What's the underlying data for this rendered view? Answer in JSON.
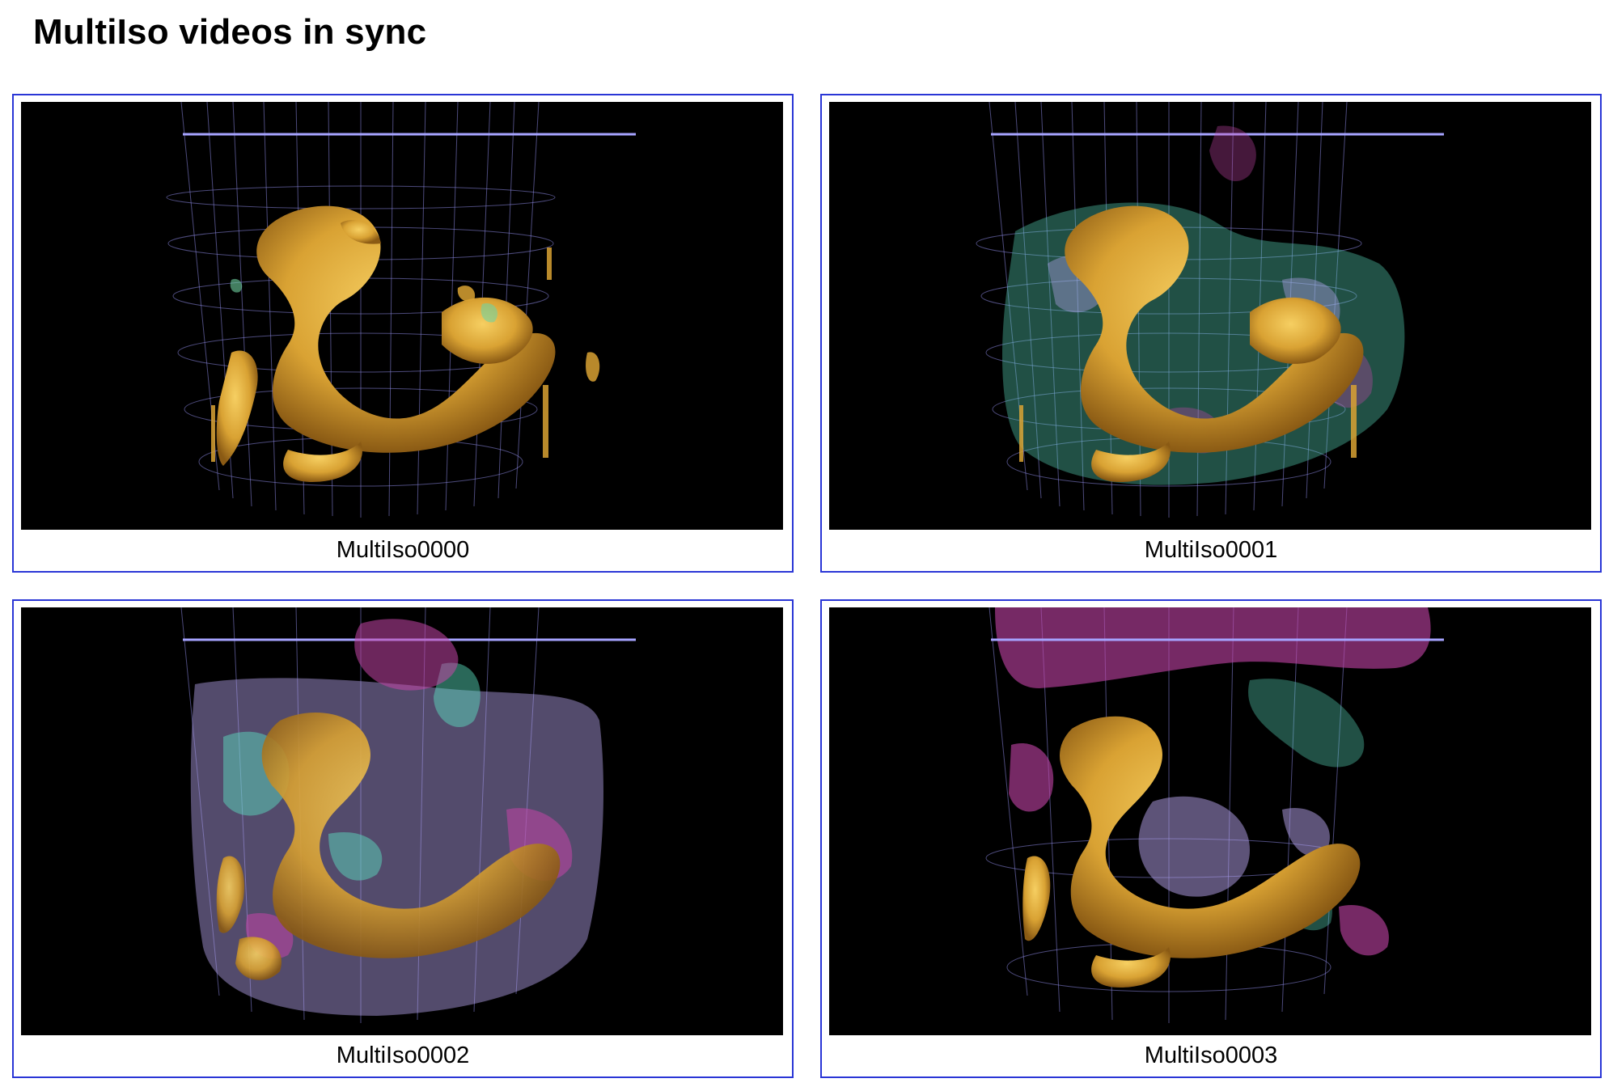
{
  "page": {
    "title": "MultiIso videos in sync"
  },
  "videos": [
    {
      "caption": "MultiIso0000"
    },
    {
      "caption": "MultiIso0001"
    },
    {
      "caption": "MultiIso0002"
    },
    {
      "caption": "MultiIso0003"
    }
  ],
  "colors": {
    "frame_border": "#2a36d6",
    "video_background": "#000000",
    "grid_lines": "#8a87e0",
    "iso_gold": "#d9a233",
    "iso_teal": "#5ee6c6",
    "iso_magenta": "#c545a8",
    "iso_lavender": "#b9a6f0"
  }
}
